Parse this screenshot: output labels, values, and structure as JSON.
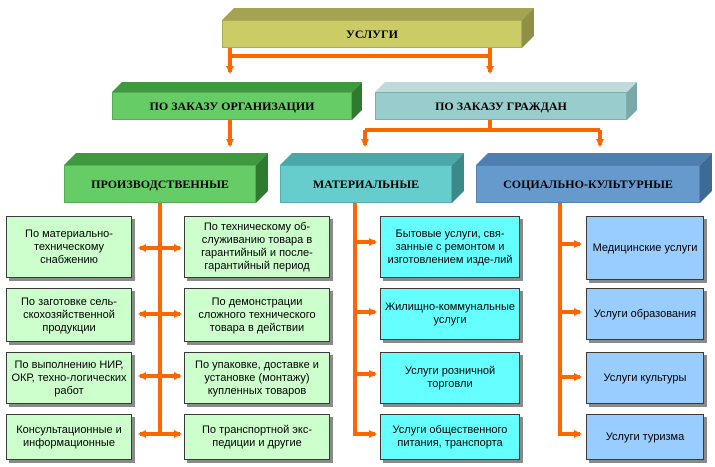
{
  "colors": {
    "arrow": "#ff6600",
    "yellow": "#cccc66",
    "green": "#66cc66",
    "grayblue": "#99cccc",
    "teal": "#66cccc",
    "slate": "#6699cc"
  },
  "root": {
    "label": "УСЛУГИ"
  },
  "level1": {
    "org": "ПО ЗАКАЗУ ОРГАНИЗАЦИИ",
    "citizens": "ПО ЗАКАЗУ ГРАЖДАН"
  },
  "level2": {
    "production": "ПРОИЗВОДСТВЕННЫЕ",
    "material": "МАТЕРИАЛЬНЫЕ",
    "social": "СОЦИАЛЬНО-КУЛЬТУРНЫЕ"
  },
  "production_left": [
    "По материально-техническому снабжению",
    "По заготовке сель-скохозяйственной продукции",
    "По выполнению НИР, ОКР, техно-логических работ",
    "Консультационные и информационные"
  ],
  "production_right": [
    "По техническому об-служиванию товара в гарантийный и после-гарантийный период",
    "По демонстрации сложного технического товара в действии",
    "По упаковке, доставке и установке (монтажу) купленных товаров",
    "По транспортной экс-педиции и другие"
  ],
  "material_items": [
    "Бытовые услуги, свя-занные с ремонтом и изготовлением изде-лий",
    "Жилищно-коммунальные услуги",
    "Услуги розничной торговли",
    "Услуги общественного питания, транспорта"
  ],
  "social_items": [
    "Медицинские услуги",
    "Услуги образования",
    "Услуги культуры",
    "Услуги туризма"
  ]
}
